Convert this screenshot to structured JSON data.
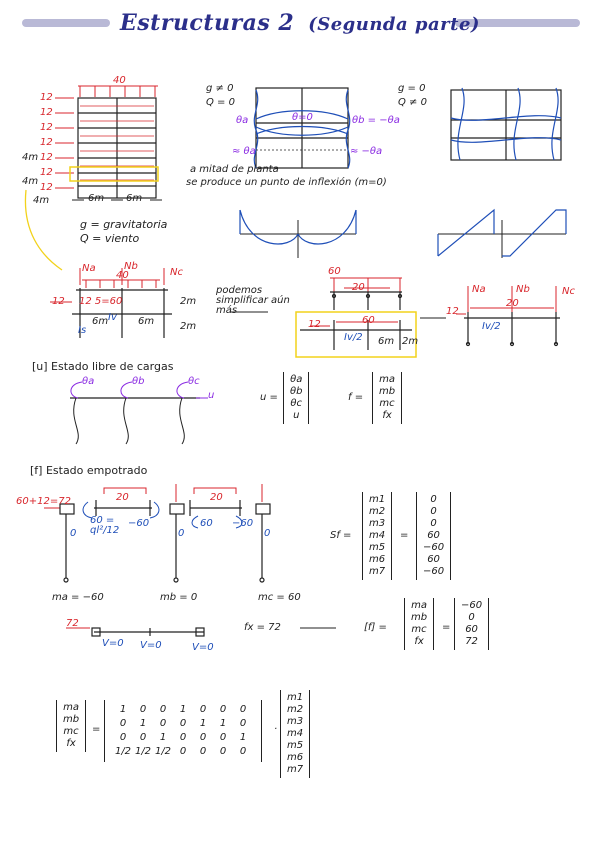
{
  "header": {
    "title": "Estructuras 2",
    "subtitle": "(Segunda parte)"
  },
  "frame": {
    "top_load": "40",
    "side_loads": [
      "12",
      "12",
      "12",
      "12",
      "12",
      "12",
      "12"
    ],
    "heights": [
      "4m",
      "4m",
      "4m"
    ],
    "spans": [
      "6m",
      "6m"
    ],
    "legend_g": "g = gravitatoria",
    "legend_q": "Q = viento"
  },
  "cases": {
    "g_case": {
      "l1": "g ≠ 0",
      "l2": "Q = 0"
    },
    "q_case": {
      "l1": "g = 0",
      "l2": "Q ≠ 0"
    },
    "theta_a": "θa",
    "theta_zero": "θ=0",
    "theta_b": "θb = −θa",
    "approx_left": "≈ θa",
    "approx_right": "≈ −θa",
    "note1": "a mitad de planta",
    "note2": "se produce un punto de inflexión (m=0)"
  },
  "simplified": {
    "Na": "Na",
    "Nb": "Nb",
    "Nc": "Nc",
    "load": "40",
    "load_lbl": "12 5=60",
    "h12": "12",
    "span1": "6m",
    "span2": "6m",
    "iv": "Iv",
    "is": "Is",
    "two_m_top": "2m",
    "two_m_bot": "2m",
    "note": "podemos simplificar aún más",
    "mini_load": "60",
    "mini_20": "20",
    "mini_60": "60",
    "mini_12": "12",
    "mini_iv": "Iv/2",
    "mini_6m": "6m",
    "mini_2m": "2m",
    "r_na": "Na",
    "r_nb": "Nb",
    "r_nc": "Nc",
    "r_20": "20",
    "r_12": "12",
    "r_iv": "Iv/2"
  },
  "state_u": {
    "title": "[u]  Estado libre de cargas",
    "labels": [
      "θa",
      "θb",
      "θc"
    ],
    "u": "u",
    "vec_u_label": "u =",
    "vec_u": [
      "θa",
      "θb",
      "θc",
      "u"
    ],
    "vec_f_label": "f =",
    "vec_f": [
      "ma",
      "mb",
      "mc",
      "fx"
    ]
  },
  "state_f": {
    "title": "[f]  Estado empotrado",
    "load_left": "60+12=72",
    "load_20a": "20",
    "load_20b": "20",
    "m_60": "60",
    "m_eq": "60 = ql²/12",
    "m_neg60a": "−60",
    "m_60b": "60",
    "m_neg60b": "−60",
    "zeros": [
      "0",
      "0",
      "0"
    ],
    "ma": "ma = −60",
    "mb": "mb = 0",
    "mc": "mc = 60",
    "sf_label": "Sf =",
    "sf_names": [
      "m1",
      "m2",
      "m3",
      "m4",
      "m5",
      "m6",
      "m7"
    ],
    "sf_vals": [
      "0",
      "0",
      "0",
      "60",
      "−60",
      "60",
      "−60"
    ],
    "beam_load": "72",
    "beam_v": [
      "V=0",
      "V=0",
      "V=0"
    ],
    "fx": "fx = 72",
    "f_names": [
      "ma",
      "mb",
      "mc",
      "fx"
    ],
    "f_vals": [
      "−60",
      "0",
      "60",
      "72"
    ]
  },
  "matrix": {
    "lhs": [
      "ma",
      "mb",
      "mc",
      "fx"
    ],
    "rows": [
      [
        "1",
        "0",
        "0",
        "1",
        "0",
        "0",
        "0"
      ],
      [
        "0",
        "1",
        "0",
        "0",
        "1",
        "1",
        "0"
      ],
      [
        "0",
        "0",
        "1",
        "0",
        "0",
        "0",
        "1"
      ],
      [
        "1/2",
        "1/2",
        "1/2",
        "0",
        "0",
        "0",
        "0"
      ]
    ],
    "rhs": [
      "m1",
      "m2",
      "m3",
      "m4",
      "m5",
      "m6",
      "m7"
    ]
  },
  "colors": {
    "red": "#d8262c",
    "blue": "#1f4fb8",
    "purple": "#8a2be2",
    "yellow": "#f2d21b",
    "title": "#2b2f8a"
  }
}
